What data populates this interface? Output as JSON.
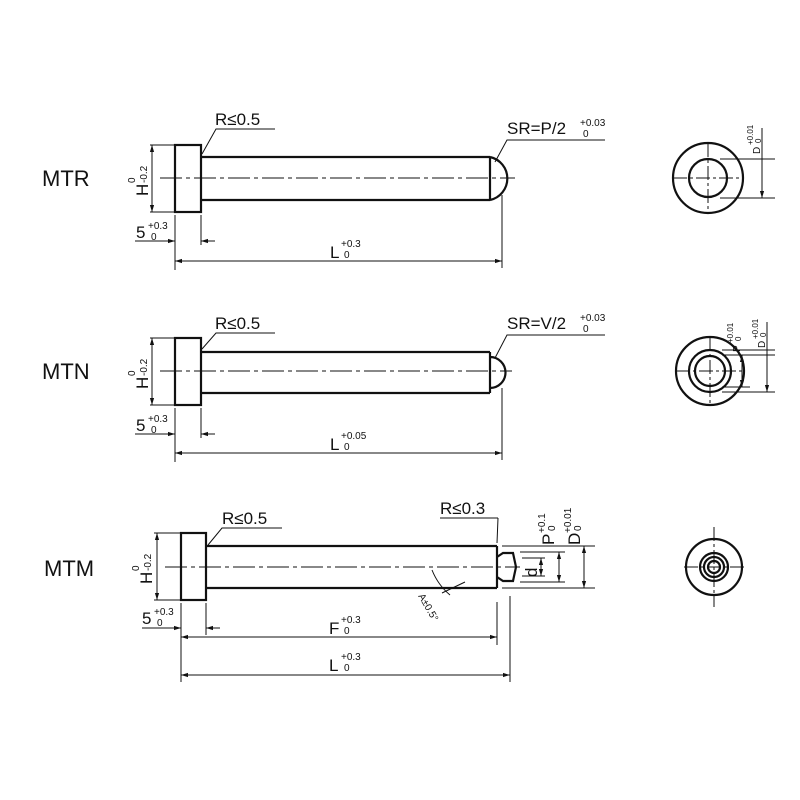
{
  "models": [
    {
      "name": "MTR",
      "radius_note": "R≤0.5",
      "tip_note": "SR=P/2",
      "tip_tol_upper": "+0.03",
      "tip_tol_lower": "0",
      "head_height": "H",
      "head_tol_upper": "0",
      "head_tol_lower": "-0.2",
      "head_thickness": "5",
      "head_thk_tol_upper": "+0.3",
      "head_thk_tol_lower": "0",
      "length": "L",
      "length_tol_upper": "+0.3",
      "length_tol_lower": "0",
      "end_dims": [
        {
          "symbol": "D",
          "tol_upper": "+0.01",
          "tol_lower": "0"
        }
      ]
    },
    {
      "name": "MTN",
      "radius_note": "R≤0.5",
      "tip_note": "SR=V/2",
      "tip_tol_upper": "+0.03",
      "tip_tol_lower": "0",
      "head_height": "H",
      "head_tol_upper": "0",
      "head_tol_lower": "-0.2",
      "head_thickness": "5",
      "head_thk_tol_upper": "+0.3",
      "head_thk_tol_lower": "0",
      "length": "L",
      "length_tol_upper": "+0.05",
      "length_tol_lower": "0",
      "end_dims": [
        {
          "symbol": "P",
          "tol_upper": "+0.01",
          "tol_lower": "0"
        },
        {
          "symbol": "D",
          "tol_upper": "+0.01",
          "tol_lower": "0"
        }
      ]
    },
    {
      "name": "MTM",
      "radius_note": "R≤0.5",
      "tip_radius_note": "R≤0.3",
      "head_height": "H",
      "head_tol_upper": "0",
      "head_tol_lower": "-0.2",
      "head_thickness": "5",
      "head_thk_tol_upper": "+0.3",
      "head_thk_tol_lower": "0",
      "shaft_length": "F",
      "shaft_tol_upper": "+0.3",
      "shaft_tol_lower": "0",
      "length": "L",
      "length_tol_upper": "+0.3",
      "length_tol_lower": "0",
      "angle_note": "A±0.5°",
      "inner_dim": "d",
      "end_dims": [
        {
          "symbol": "P",
          "tol_upper": "+0.1",
          "tol_lower": "0"
        },
        {
          "symbol": "D",
          "tol_upper": "+0.01",
          "tol_lower": "0"
        }
      ]
    }
  ]
}
